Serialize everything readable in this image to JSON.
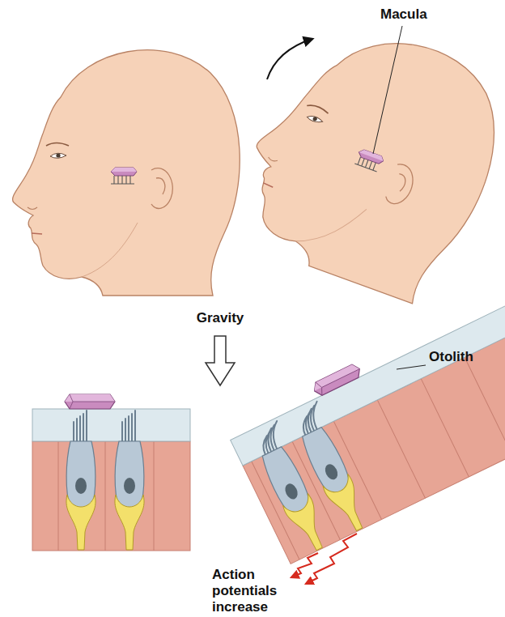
{
  "diagram": {
    "labels": [
      "Macula",
      "Gravity",
      "Otolith",
      "Action potentials increase"
    ]
  }
}
